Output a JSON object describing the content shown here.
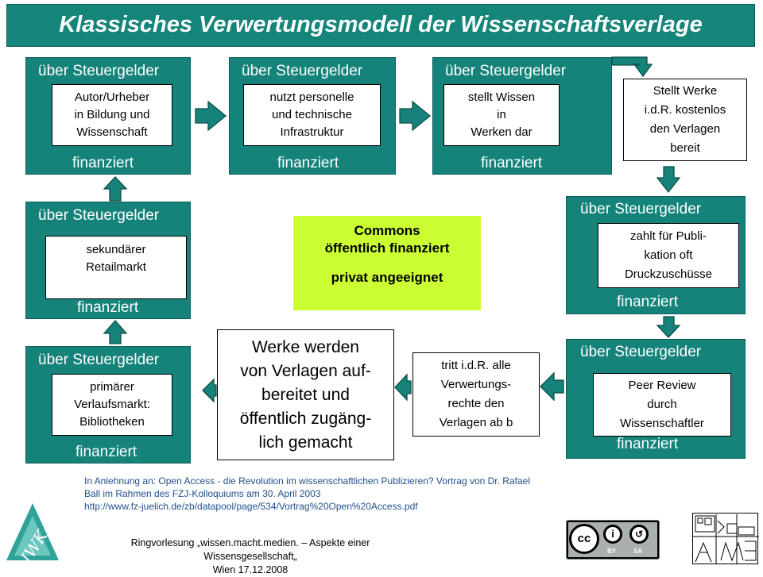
{
  "title": "Klassisches Verwertungsmodell der Wissenschaftsverlage",
  "funding": {
    "top": "über Steuergelder",
    "bottom": "finanziert"
  },
  "boxes": {
    "autor": "Autor/Urheber\nin Bildung und\nWissenschaft",
    "infrastruktur": "nutzt personelle\nund technische\nInfrastruktur",
    "wissen": "stellt Wissen\nin\nWerken dar",
    "stellt_werke": "Stellt Werke\ni.d.R. kostenlos\nden Verlagen\nbereit",
    "zahlt": "zahlt für Publi-\nkation  oft\nDruckzuschüsse",
    "peer_review": "Peer Review\ndurch\nWissenschaftler",
    "tritt": "tritt i.d.R. alle\nVerwertungs-\nrechte den\nVerlagen ab b",
    "werke_verlage": "Werke werden\nvon Verlagen auf-\nbereitet und\nöffentlich zugäng-\nlich gemacht",
    "primaerer": "primärer\nVerlaufsmarkt:\nBibliotheken",
    "sekundaerer": "sekundärer\nRetailmarkt"
  },
  "commons": {
    "line1": "Commons",
    "line2": "öffentlich finanziert",
    "line3": "privat angeeignet"
  },
  "source": {
    "line1": "In Anlehnung an: Open Access - die Revolution im wissenschaftlichen Publizieren? Vortrag von Dr. Rafael",
    "line2": "Ball im Rahmen des FZJ-Kolloquiums am 30. April 2003",
    "line3": "http://www.fz-juelich.de/zb/datapool/page/534/Vortrag%20Open%20Access.pdf"
  },
  "footer": {
    "line1": "Ringvorlesung „wissen.macht.medien. – Aspekte einer Wissensgesellschaft„",
    "line2": "Wien 17.12.2008"
  },
  "logos": {
    "iwk": "IWK",
    "cc_by": "BY",
    "cc_sa": "SA"
  },
  "colors": {
    "teal": "#15837a",
    "commons": "#ccff33",
    "source_text": "#1f4e8c"
  }
}
